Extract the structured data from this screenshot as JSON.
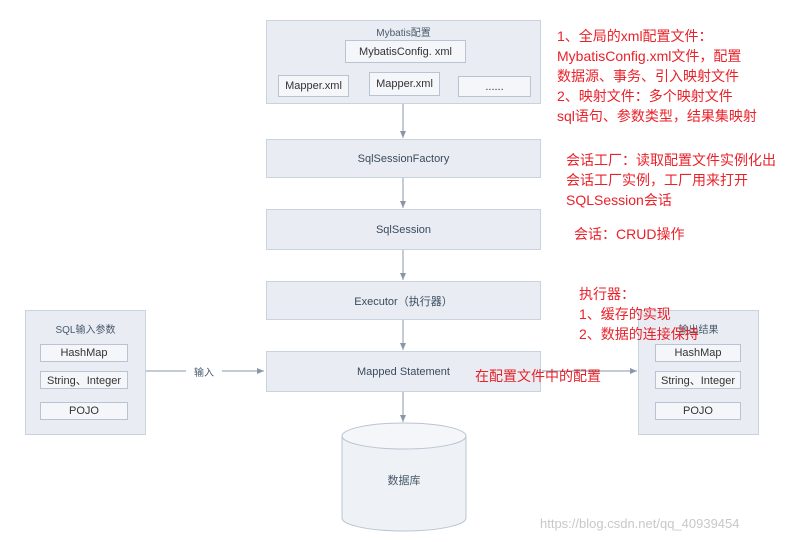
{
  "config_panel": {
    "title": "Mybatis配置",
    "config_file": "MybatisConfig. xml",
    "mapper_1": "Mapper.xml",
    "mapper_2": "Mapper.xml",
    "mapper_more": "......"
  },
  "flow": {
    "session_factory": "SqlSessionFactory",
    "session": "SqlSession",
    "executor": "Executor（执行器）",
    "mapped_statement": "Mapped Statement",
    "database": "数据库"
  },
  "input_panel": {
    "title": "SQL输入参数",
    "items": [
      "HashMap",
      "String、Integer",
      "POJO"
    ],
    "arrow_label": "输入"
  },
  "output_panel": {
    "title": "输出结果",
    "items": [
      "HashMap",
      "String、Integer",
      "POJO"
    ]
  },
  "notes": {
    "config_line1": "1、全局的xml配置文件：",
    "config_line2": "MybatisConfig.xml文件，配置",
    "config_line3": "数据源、事务、引入映射文件",
    "config_line4": "2、映射文件：多个映射文件",
    "config_line5": "sql语句、参数类型，结果集映射",
    "factory_line1": "会话工厂：读取配置文件实例化出",
    "factory_line2": "会话工厂实例，工厂用来打开",
    "factory_line3": "SQLSession会话",
    "session_line1": "会话：CRUD操作",
    "executor_line1": "执行器：",
    "executor_line2": "1、缓存的实现",
    "executor_line3": "2、数据的连接保持",
    "mapped_line1": "在配置文件中的配置"
  },
  "watermark": "https://blog.csdn.net/qq_40939454",
  "colors": {
    "annotation": "#e8222a",
    "box_fill": "#e9edf3",
    "box_border": "#c9d3e0"
  }
}
